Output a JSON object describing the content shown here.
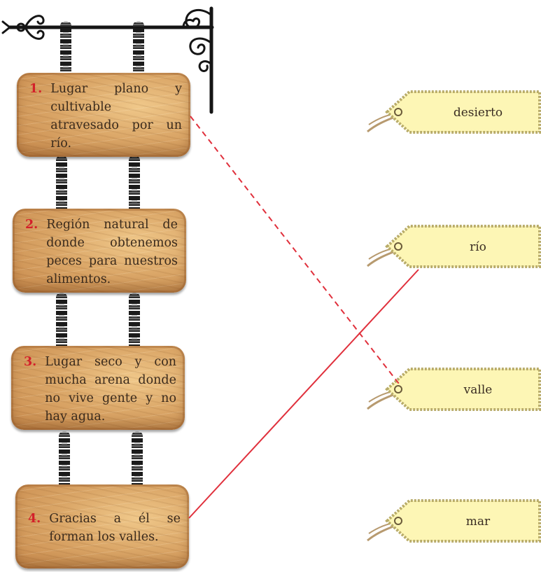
{
  "signs": [
    {
      "number": "1.",
      "text": "Lugar plano y cultivable atravesado por un río."
    },
    {
      "number": "2.",
      "text": "Región natural de donde obtenemos peces para nuestros alimentos."
    },
    {
      "number": "3.",
      "text": "Lugar seco y con mucha arena donde no vive gente y no hay agua."
    },
    {
      "number": "4.",
      "text": "Gracias a él se forman los valles."
    }
  ],
  "tags": [
    {
      "label": "desierto"
    },
    {
      "label": "río"
    },
    {
      "label": "valle"
    },
    {
      "label": "mar"
    }
  ],
  "connections": [
    {
      "from_sign": 1,
      "to_tag": "valle",
      "style": "dashed",
      "color": "#e0303c"
    },
    {
      "from_sign": 4,
      "to_tag": "río",
      "style": "solid",
      "color": "#e0303c"
    }
  ],
  "colors": {
    "number": "#d3202a",
    "line": "#e0303c",
    "tag_fill": "#fdf6b5",
    "tag_border": "#b9ac6a",
    "wood": "#dba768",
    "iron": "#1b1b1b"
  }
}
